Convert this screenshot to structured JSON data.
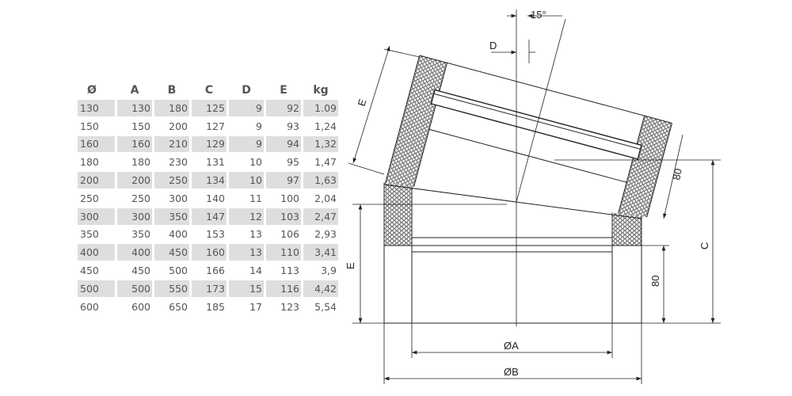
{
  "table": {
    "headers": [
      "Ø",
      "A",
      "B",
      "C",
      "D",
      "E",
      "kg"
    ],
    "rows": [
      [
        "130",
        "130",
        "180",
        "125",
        "9",
        "92",
        "1.09"
      ],
      [
        "150",
        "150",
        "200",
        "127",
        "9",
        "93",
        "1,24"
      ],
      [
        "160",
        "160",
        "210",
        "129",
        "9",
        "94",
        "1,32"
      ],
      [
        "180",
        "180",
        "230",
        "131",
        "10",
        "95",
        "1,47"
      ],
      [
        "200",
        "200",
        "250",
        "134",
        "10",
        "97",
        "1,63"
      ],
      [
        "250",
        "250",
        "300",
        "140",
        "11",
        "100",
        "2,04"
      ],
      [
        "300",
        "300",
        "350",
        "147",
        "12",
        "103",
        "2,47"
      ],
      [
        "350",
        "350",
        "400",
        "153",
        "13",
        "106",
        "2,93"
      ],
      [
        "400",
        "400",
        "450",
        "160",
        "13",
        "110",
        "3,41"
      ],
      [
        "450",
        "450",
        "500",
        "166",
        "14",
        "113",
        "3,9"
      ],
      [
        "500",
        "500",
        "550",
        "173",
        "15",
        "116",
        "4,42"
      ],
      [
        "600",
        "600",
        "650",
        "185",
        "17",
        "123",
        "5,54"
      ]
    ]
  },
  "drawing": {
    "angle_label": "15°",
    "d_label": "D",
    "e_upper_label": "E",
    "e_lower_label": "E",
    "upper_80_label": "80",
    "lower_80_label": "80",
    "c_label": "C",
    "a_label": "ØA",
    "b_label": "ØB"
  }
}
